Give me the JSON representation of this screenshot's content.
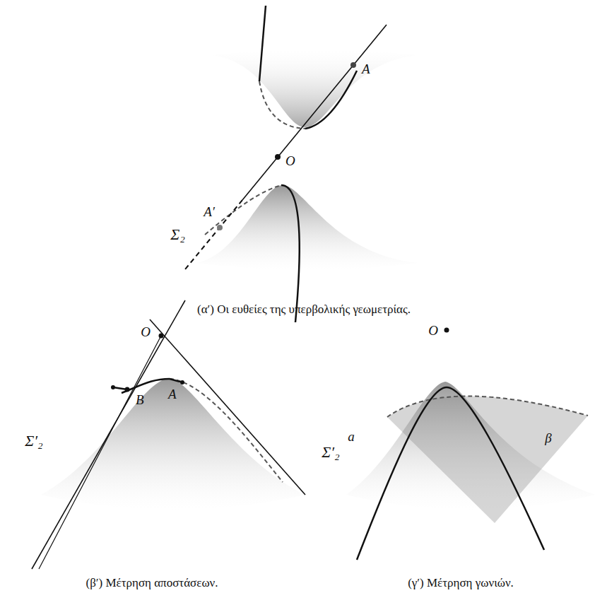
{
  "diagram": {
    "labels": [
      "A",
      "O",
      "A′",
      "Σ₂",
      "(α′) Οι ευθείες της υπερβολικής γεωμετρίας.",
      "O",
      "B",
      "A",
      "Σ′₂",
      "(β′) Μέτρηση αποστάσεων.",
      "O",
      "Σ′₂",
      "a",
      "β",
      "(γ′) Μέτρηση γωνιών."
    ]
  }
}
